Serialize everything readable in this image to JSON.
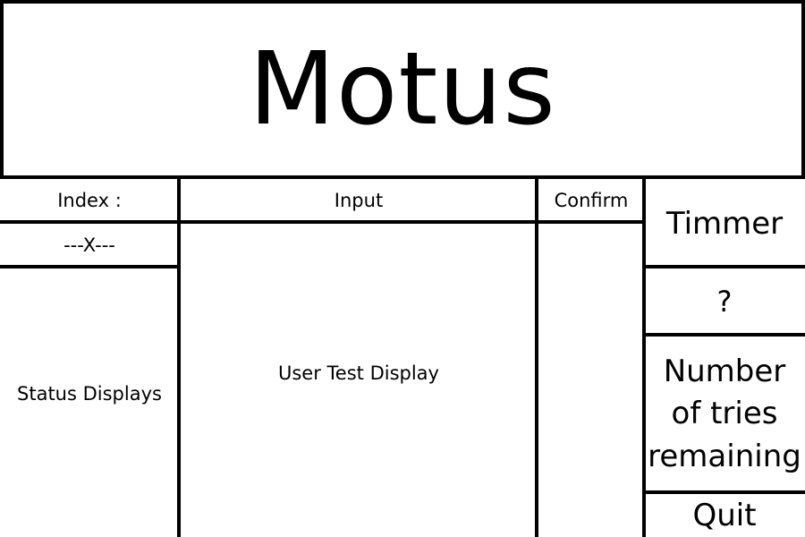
{
  "title": "Motus",
  "left_panel": {
    "index_label": "Index :",
    "index_value": "---X---",
    "status_displays": "Status Displays"
  },
  "center_panel": {
    "input_label": "Input",
    "user_test_display": "User Test Display"
  },
  "confirm_label": "Confirm",
  "right_panel": {
    "timer_label": "Timmer",
    "help_label": "?",
    "tries_label": "Number of tries remaining",
    "quit_label": "Quit"
  }
}
